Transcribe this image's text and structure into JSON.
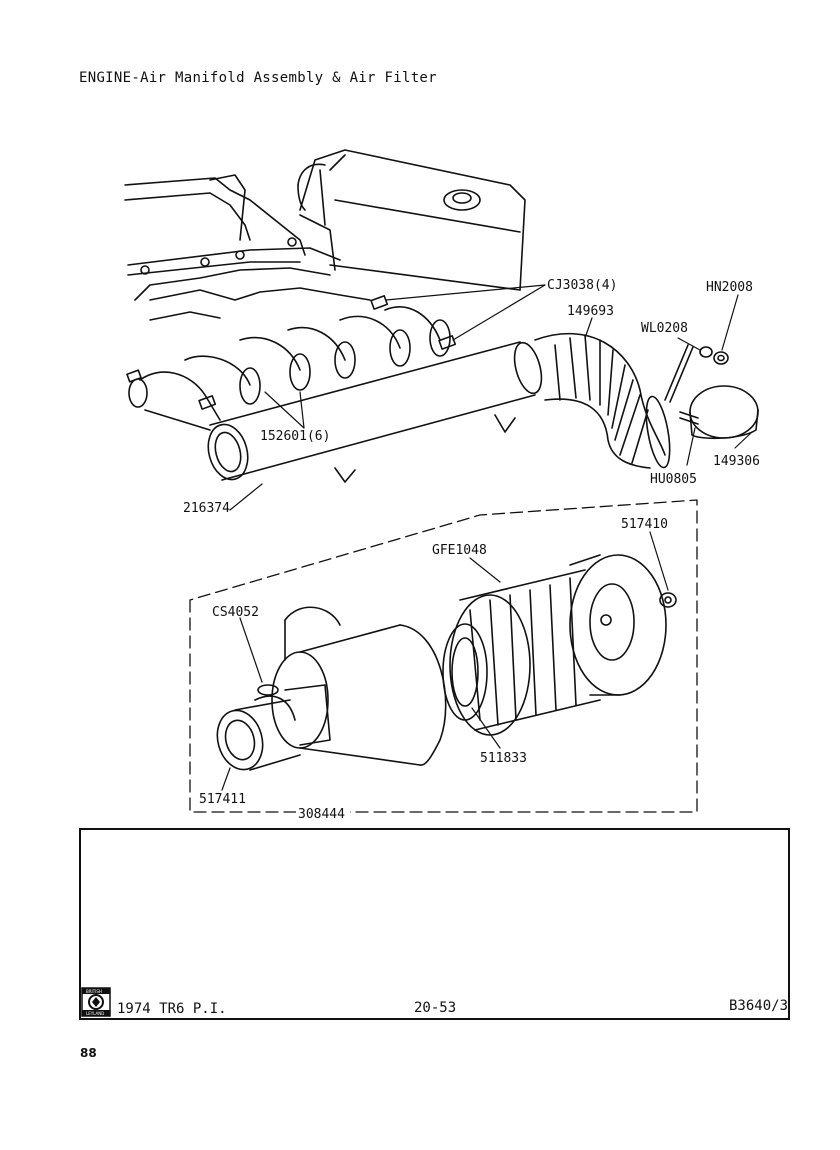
{
  "title": "ENGINE-Air Manifold Assembly & Air Filter",
  "parts": {
    "cj3038": "CJ3038(4)",
    "hn2008": "HN2008",
    "p149693": "149693",
    "wl0208": "WL0208",
    "p152601": "152601(6)",
    "p149306": "149306",
    "hu0805": "HU0805",
    "p216374": "216374",
    "p517410": "517410",
    "gfe1048": "GFE1048",
    "cs4052": "CS4052",
    "p511833": "511833",
    "p517411": "517411",
    "p308444": "308444"
  },
  "footer": {
    "model": "1974 TR6 P.I.",
    "page_ref": "20-53",
    "drawing_ref": "B3640/3",
    "logo_top": "BRITISH",
    "logo_bottom": "LEYLAND"
  },
  "page_number": "88"
}
